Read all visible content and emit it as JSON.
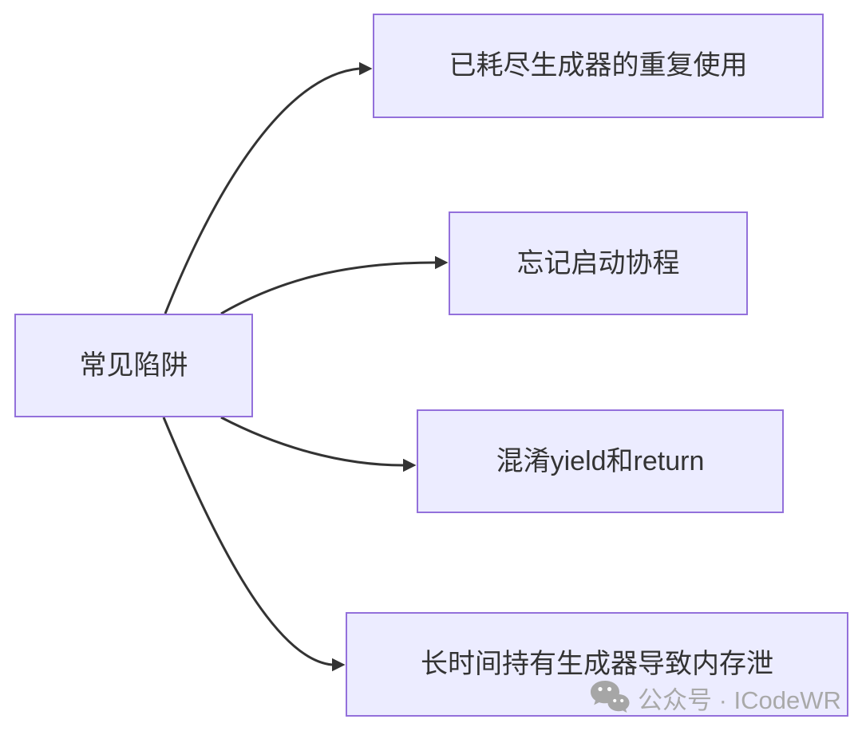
{
  "diagram": {
    "type": "flowchart-LR",
    "root": {
      "label": "常见陷阱"
    },
    "children": [
      {
        "label": "已耗尽生成器的重复使用"
      },
      {
        "label": "忘记启动协程"
      },
      {
        "label": "混淆yield和return"
      },
      {
        "label": "长时间持有生成器导致内存泄"
      }
    ]
  },
  "colors": {
    "node_fill": "#ECECFF",
    "node_border": "#9370DB",
    "edge_color": "#333333",
    "text_color": "#333333",
    "watermark_color": "#A9A9A9",
    "background": "#FFFFFF"
  },
  "watermark": {
    "icon": "wechat-icon",
    "text": "公众号 · ICodeWR"
  }
}
